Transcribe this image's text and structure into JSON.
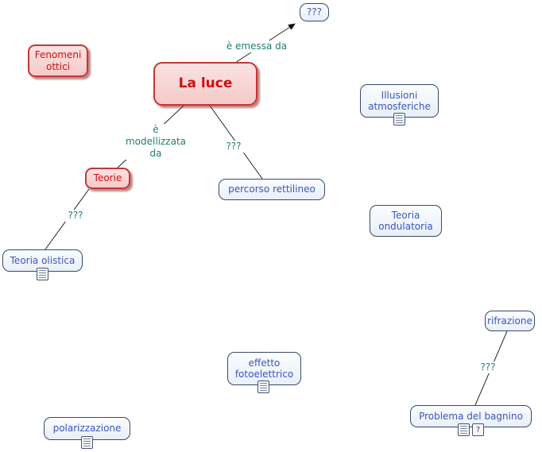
{
  "nodes": {
    "unknown_top": {
      "label": "???"
    },
    "fenomeni_ottici": {
      "label": "Fenomeni ottici"
    },
    "la_luce": {
      "label": "La luce"
    },
    "illusioni_atmosferiche": {
      "label": "Illusioni atmosferiche"
    },
    "teorie": {
      "label": "Teorie"
    },
    "percorso_rettilineo": {
      "label": "percorso rettilineo"
    },
    "teoria_ondulatoria": {
      "label": "Teoria ondulatoria"
    },
    "teoria_olistica": {
      "label": "Teoria olistica"
    },
    "rifrazione": {
      "label": "rifrazione"
    },
    "effetto_fotoelettrico": {
      "label": "effetto fotoelettrico"
    },
    "problema_del_bagnino": {
      "label": "Problema del bagnino"
    },
    "polarizzazione": {
      "label": "polarizzazione"
    }
  },
  "edge_labels": {
    "emessa": "è emessa da",
    "modellizzata": "è modellizzata da",
    "q_luce_percorso": "???",
    "q_teorie_olistica": "???",
    "q_rifrazione_problema": "???"
  },
  "icons": {
    "question_glyph": "?"
  },
  "colors": {
    "concept_text_blue": "#3a56c4",
    "concept_border_blue": "#38496a",
    "concept_fill_blue": "#e9eff7",
    "concept_text_red": "#cc1111",
    "concept_border_red": "#c23737",
    "concept_fill_red": "#f5c9c9",
    "concept_shadow_red": "#8c2323",
    "linking_phrase_teal": "#1f7f72",
    "edge_line": "#222222",
    "background": "#ffffff"
  }
}
